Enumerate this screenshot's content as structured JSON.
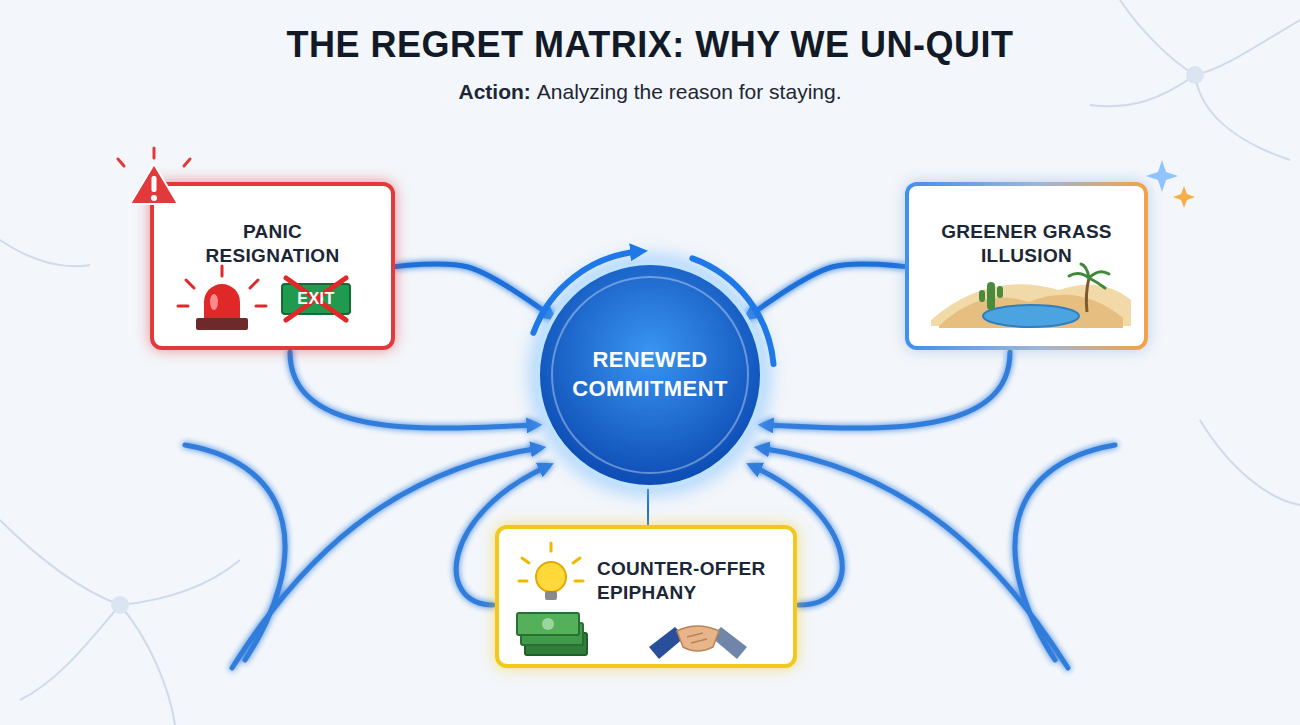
{
  "diagram": {
    "title": "THE REGRET MATRIX: WHY WE UN-QUIT",
    "nodes": [
      {
        "text": [
          "PANIC RESIGNATION",
          "EXIT"
        ]
      },
      {
        "text": [
          "GREENER GRASS ILLUSION"
        ]
      },
      {
        "text": [
          "RENEWED COMMITMENT"
        ]
      },
      {
        "text": [
          "COUNTER-OFFER EPIPHANY"
        ]
      }
    ],
    "edges": [
      {
        "from": 0,
        "to": 2,
        "arrow": "to"
      },
      {
        "from": 1,
        "to": 2,
        "arrow": "to"
      },
      {
        "from": 3,
        "to": 2,
        "arrow": "to"
      }
    ],
    "labels": [
      "Action:",
      "Analyzing the reason for staying."
    ]
  }
}
